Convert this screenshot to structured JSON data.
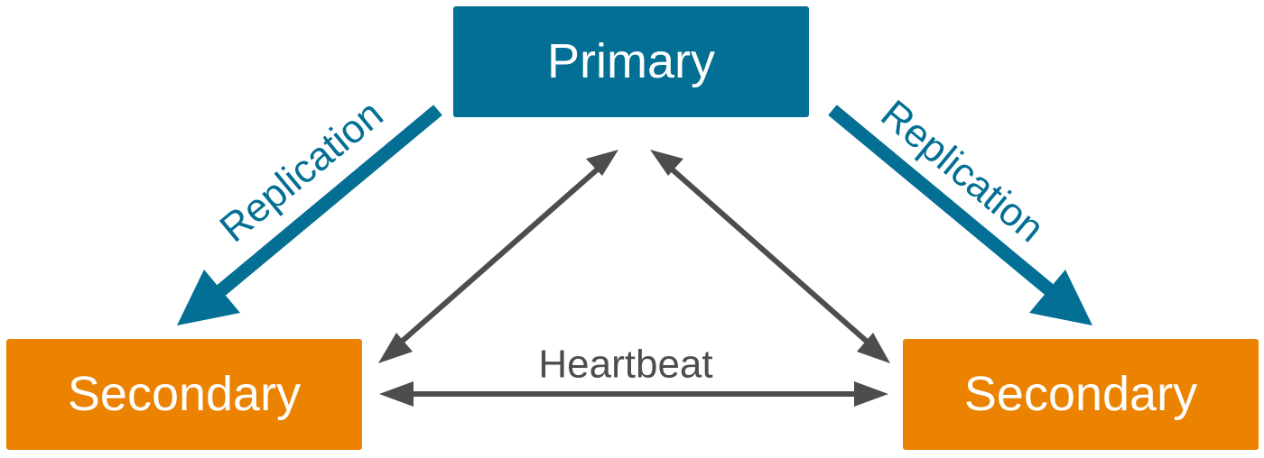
{
  "nodes": {
    "primary": {
      "label": "Primary"
    },
    "secondary_left": {
      "label": "Secondary"
    },
    "secondary_right": {
      "label": "Secondary"
    }
  },
  "edges": {
    "replication_left": {
      "label": "Replication"
    },
    "replication_right": {
      "label": "Replication"
    },
    "heartbeat": {
      "label": "Heartbeat"
    }
  },
  "colors": {
    "primary_fill": "#046F94",
    "secondary_fill": "#EB8200",
    "replication": "#046F94",
    "heartbeat": "#4E4C4C",
    "node_text": "#ffffff"
  }
}
